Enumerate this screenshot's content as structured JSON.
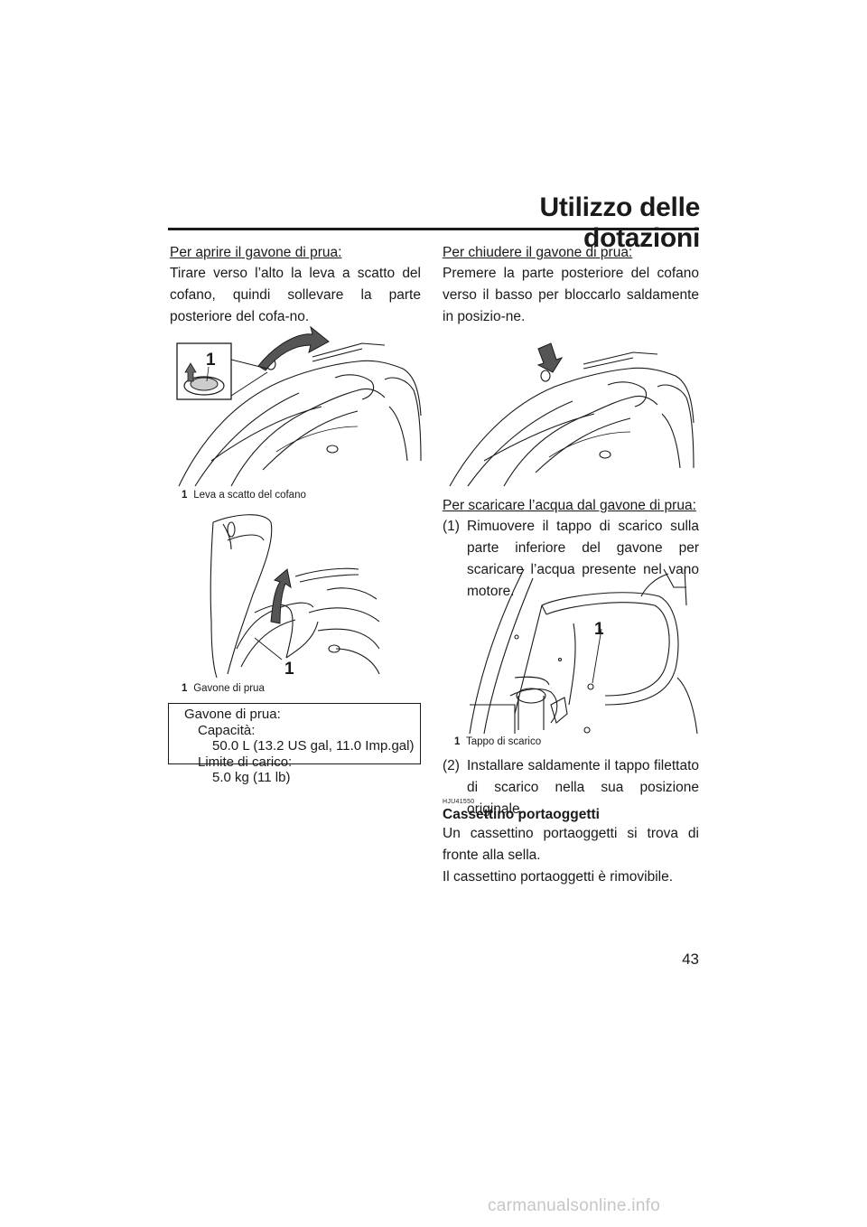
{
  "header": {
    "title": "Utilizzo delle dotazioni"
  },
  "left": {
    "open_heading": "Per aprire il gavone di prua:",
    "open_text": "Tirare verso l’alto la leva a scatto del cofano, quindi sollevare la parte posteriore del cofa-no.",
    "fig1_callout": "1",
    "fig1_caption_num": "1",
    "fig1_caption": "Leva a scatto del cofano",
    "fig2_callout": "1",
    "fig2_caption_num": "1",
    "fig2_caption": "Gavone di prua",
    "spec": {
      "title": "Gavone di prua:",
      "capacity_label": "Capacità:",
      "capacity_value": "50.0 L (13.2 US gal, 11.0 Imp.gal)",
      "load_label": "Limite di carico:",
      "load_value": "5.0 kg (11 lb)"
    }
  },
  "right": {
    "close_heading": "Per chiudere il gavone di prua:",
    "close_text": "Premere la parte posteriore del cofano verso il basso per bloccarlo saldamente in posizio-ne.",
    "drain_heading": "Per scaricare l’acqua dal gavone di prua:",
    "step1_num": "(1)",
    "step1_text": "Rimuovere il tappo di scarico sulla parte inferiore del gavone per scaricare l’acqua presente nel vano motore.",
    "fig4_callout": "1",
    "fig4_caption_num": "1",
    "fig4_caption": "Tappo di scarico",
    "step2_num": "(2)",
    "step2_text": "Installare saldamente il tappo filettato di scarico nella sua posizione originale.",
    "section_code": "HJU41550",
    "section_title": "Cassettino portaoggetti",
    "section_text1": "Un cassettino portaoggetti si trova di fronte alla sella.",
    "section_text2": "Il cassettino portaoggetti è rimovibile."
  },
  "footer": {
    "page_number": "43",
    "watermark": "carmanualsonline.info"
  }
}
